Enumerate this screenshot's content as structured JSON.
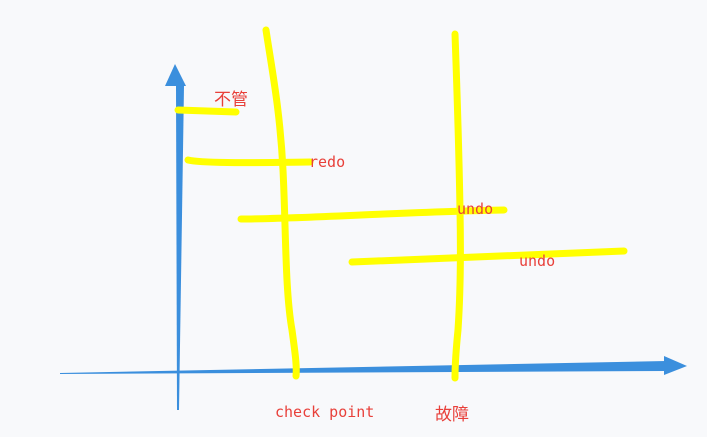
{
  "colors": {
    "background": "#f8f9fb",
    "axis": "#3b8fdd",
    "stroke": "#ffff00",
    "label": "#e8403a"
  },
  "labels": {
    "ignore": "不管",
    "redo": "redo",
    "undo_upper": "undo",
    "undo_lower": "undo",
    "checkpoint": "check point",
    "failure": "故障"
  },
  "transactions": [
    {
      "id": "t1",
      "action": "不管"
    },
    {
      "id": "t2",
      "action": "redo"
    },
    {
      "id": "t3",
      "action": "undo"
    },
    {
      "id": "t4",
      "action": "undo"
    }
  ],
  "markers": [
    {
      "id": "checkpoint",
      "label": "check point"
    },
    {
      "id": "failure",
      "label": "故障"
    }
  ]
}
